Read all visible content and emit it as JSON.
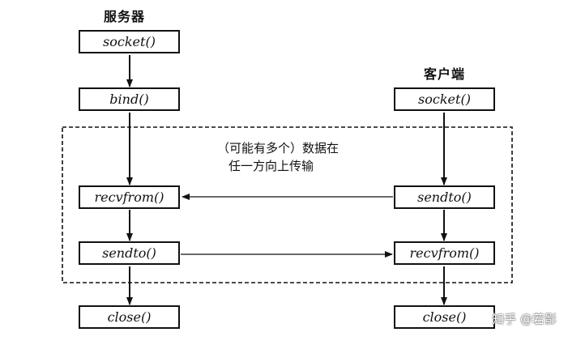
{
  "server": {
    "title": "服务器",
    "calls": {
      "socket": "socket()",
      "bind": "bind()",
      "recvfrom": "recvfrom()",
      "sendto": "sendto()",
      "close": "close()"
    }
  },
  "client": {
    "title": "客户端",
    "calls": {
      "socket": "socket()",
      "sendto": "sendto()",
      "recvfrom": "recvfrom()",
      "close": "close()"
    }
  },
  "loop_note": {
    "line1": "（可能有多个）数据在",
    "line2": "任一方向上传输"
  },
  "watermark": "知乎 @若影"
}
